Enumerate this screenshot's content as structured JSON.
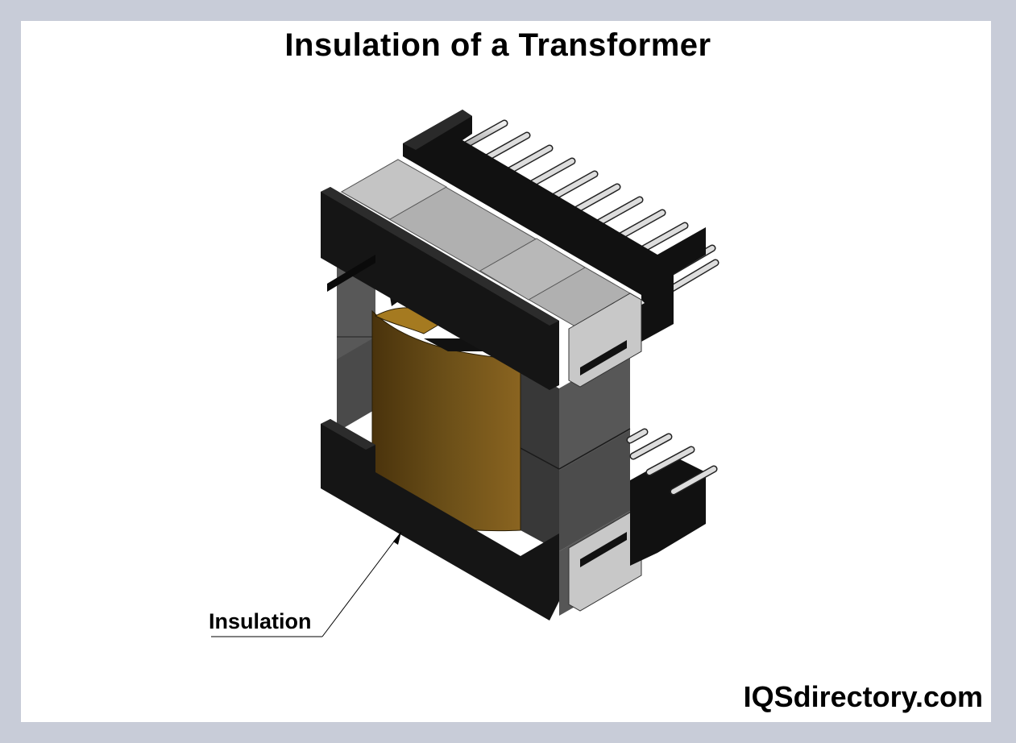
{
  "title": "Insulation of a Transformer",
  "callout": {
    "label": "Insulation"
  },
  "brand": "IQSdirectory.com",
  "colors": {
    "frame": "#c8ccd8",
    "bobbin": "#111111",
    "core_light": "#b4b4b4",
    "core_mid": "#9a9a9a",
    "core_dark": "#4a4a4a",
    "insulation_light": "#a07a28",
    "insulation_dark": "#5a4012",
    "pin": "#d0d0d0"
  },
  "icons": {
    "transformer": "transformer-illustration",
    "pins": "pin-icon"
  }
}
